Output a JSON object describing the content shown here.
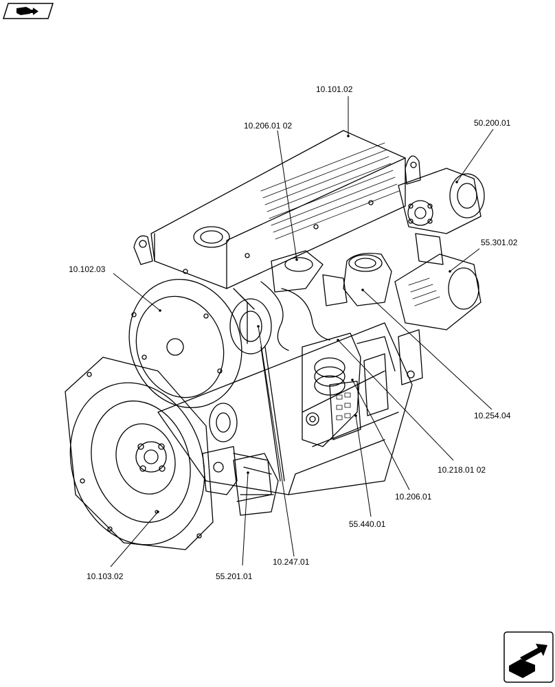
{
  "icons": {
    "top_nav": "book-arrow-icon",
    "bottom_nav": "next-page-arrow-icon"
  },
  "callouts": [
    {
      "id": "c-10-101-02",
      "label": "10.101.02"
    },
    {
      "id": "c-10-206-01-02",
      "label": "10.206.01 02"
    },
    {
      "id": "c-50-200-01",
      "label": "50.200.01"
    },
    {
      "id": "c-55-301-02",
      "label": "55.301.02"
    },
    {
      "id": "c-10-102-03",
      "label": "10.102.03"
    },
    {
      "id": "c-10-254-04",
      "label": "10.254.04"
    },
    {
      "id": "c-10-218-01-02",
      "label": "10.218.01 02"
    },
    {
      "id": "c-10-206-01",
      "label": "10.206.01"
    },
    {
      "id": "c-55-440-01",
      "label": "55.440.01"
    },
    {
      "id": "c-10-247-01",
      "label": "10.247.01"
    },
    {
      "id": "c-55-201-01",
      "label": "55.201.01"
    },
    {
      "id": "c-10-103-02",
      "label": "10.103.02"
    }
  ]
}
